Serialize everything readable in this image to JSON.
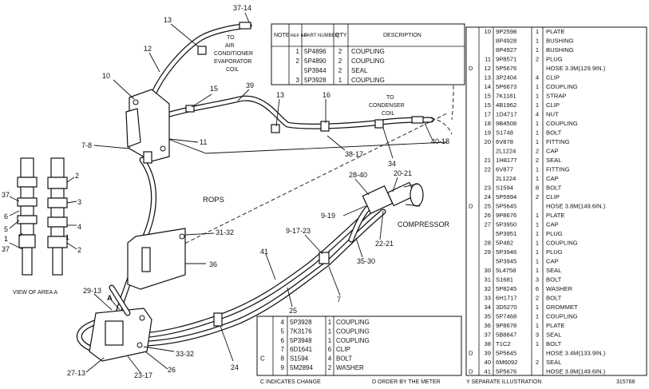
{
  "callouts": {
    "c37_14": "37-14",
    "c13a": "13",
    "c12": "12",
    "c10": "10",
    "c15": "15",
    "c39": "39",
    "c13b": "13",
    "c16": "16",
    "c11": "11",
    "c7_8": "7-8",
    "c38_17": "38-17",
    "c34": "34",
    "c40_18": "40-18",
    "c28_40": "28-40",
    "c20_21": "20-21",
    "c9_19": "9-19",
    "c22_21": "22-21",
    "c35_30": "35-30",
    "c9_17_23": "9-17-23",
    "c41": "41",
    "c31_32": "31-32",
    "c36": "36",
    "c7": "7",
    "c25": "25",
    "c29_13": "29-13",
    "cA": "A",
    "c33_32": "33-32",
    "c27_13": "27-13",
    "c23_17": "23-17",
    "c26": "26",
    "c24": "24",
    "v2a": "2",
    "v3": "3",
    "v4": "4",
    "v2b": "2",
    "v1a": "1",
    "v37a": "37",
    "v6": "6",
    "v5": "5",
    "v1b": "1",
    "v37b": "37"
  },
  "labels": {
    "evap_l1": "TO",
    "evap_l2": "AIR",
    "evap_l3": "CONDITIONER",
    "evap_l4": "EVAPORATOR",
    "evap_l5": "COIL",
    "cond_l1": "TO",
    "cond_l2": "CONDENSER",
    "cond_l3": "COIL",
    "rops": "ROPS",
    "compressor": "COMPRESSOR",
    "view_area": "VIEW OF AREA  A",
    "footer_c": "C  INDICATES CHANGE",
    "footer_d": "D   ORDER BY THE METER",
    "footer_y": "Y   SEPARATE ILLUSTRATION",
    "doc_id": "315768"
  },
  "top_table": {
    "headers": [
      "NOTE",
      "REF NO",
      "PART NUMBER",
      "QTY",
      "DESCRIPTION"
    ],
    "rows": [
      [
        "",
        "1",
        "5P4896",
        "2",
        "COUPLING"
      ],
      [
        "",
        "2",
        "5P4890",
        "2",
        "COUPLING"
      ],
      [
        "",
        "",
        "5P3944",
        "2",
        "SEAL"
      ],
      [
        "",
        "3",
        "5P3928",
        "1",
        "COUPLING"
      ]
    ]
  },
  "bottom_table": {
    "rows": [
      [
        "",
        "4",
        "5P3928",
        "1",
        "COUPLING"
      ],
      [
        "",
        "5",
        "7K3176",
        "1",
        "COUPLING"
      ],
      [
        "",
        "6",
        "5P3948",
        "1",
        "COUPLING"
      ],
      [
        "",
        "7",
        "6D1641",
        "6",
        "CLIP"
      ],
      [
        "C",
        "8",
        "S1594",
        "4",
        "BOLT"
      ],
      [
        "",
        "9",
        "5M2894",
        "2",
        "WASHER"
      ]
    ]
  },
  "right_table": {
    "rows": [
      [
        "",
        "10",
        "9P2598",
        "1",
        "PLATE"
      ],
      [
        "",
        "",
        "8P4928",
        "1",
        "BUSHING"
      ],
      [
        "",
        "",
        "8P4927",
        "1",
        "BUSHING"
      ],
      [
        "",
        "11",
        "9P8571",
        "2",
        "PLUG"
      ],
      [
        "D",
        "12",
        "5P5676",
        "",
        "HOSE  3.3M(129.9IN.)"
      ],
      [
        "",
        "13",
        "3P2404",
        "4",
        "CLIP"
      ],
      [
        "",
        "14",
        "5P6673",
        "1",
        "COUPLING"
      ],
      [
        "",
        "15",
        "7K1181",
        "1",
        "STRAP"
      ],
      [
        "",
        "15",
        "4B1962",
        "1",
        "CLIP"
      ],
      [
        "",
        "17",
        "1D4717",
        "4",
        "NUT"
      ],
      [
        "",
        "18",
        "9B4508",
        "1",
        "COUPLING"
      ],
      [
        "",
        "19",
        "S1748",
        "1",
        "BOLT"
      ],
      [
        "",
        "20",
        "6V878",
        "1",
        "FITTING"
      ],
      [
        "",
        "",
        "2L1224",
        "2",
        "CAP"
      ],
      [
        "",
        "21",
        "1H8177",
        "2",
        "SEAL"
      ],
      [
        "",
        "22",
        "6V877",
        "1",
        "FITTING"
      ],
      [
        "",
        "",
        "2L1224",
        "1",
        "CAP"
      ],
      [
        "",
        "23",
        "S1594",
        "8",
        "BOLT"
      ],
      [
        "",
        "24",
        "5P5994",
        "2",
        "CLIP"
      ],
      [
        "D",
        "25",
        "5P5645",
        "",
        "HOSE  3.8M(149.6IN.)"
      ],
      [
        "",
        "26",
        "9P8676",
        "1",
        "PLATE"
      ],
      [
        "",
        "27",
        "5P3950",
        "1",
        "CAP"
      ],
      [
        "",
        "",
        "5P3951",
        "1",
        "PLUG"
      ],
      [
        "",
        "28",
        "5P482",
        "1",
        "COUPLING"
      ],
      [
        "",
        "29",
        "5P3946",
        "1",
        "PLUG"
      ],
      [
        "",
        "",
        "5P3945",
        "1",
        "CAP"
      ],
      [
        "",
        "30",
        "5L4758",
        "1",
        "SEAL"
      ],
      [
        "",
        "31",
        "S1681",
        "3",
        "BOLT"
      ],
      [
        "",
        "32",
        "5P8245",
        "6",
        "WASHER"
      ],
      [
        "",
        "33",
        "6H1717",
        "2",
        "BOLT"
      ],
      [
        "",
        "34",
        "3D5270",
        "1",
        "GROMMET"
      ],
      [
        "",
        "35",
        "5P7468",
        "1",
        "COUPLING"
      ],
      [
        "",
        "36",
        "9P8678",
        "1",
        "PLATE"
      ],
      [
        "",
        "37",
        "5B8847",
        "3",
        "SEAL"
      ],
      [
        "",
        "38",
        "T1C2",
        "1",
        "BOLT"
      ],
      [
        "D",
        "39",
        "5P5645",
        "",
        "HOSE  3.4M(133.9IN.)"
      ],
      [
        "",
        "40",
        "6M6092",
        "2",
        "SEAL"
      ],
      [
        "D",
        "41",
        "5P5676",
        "",
        "HOSE  3.8M(149.6IN.)"
      ]
    ]
  }
}
